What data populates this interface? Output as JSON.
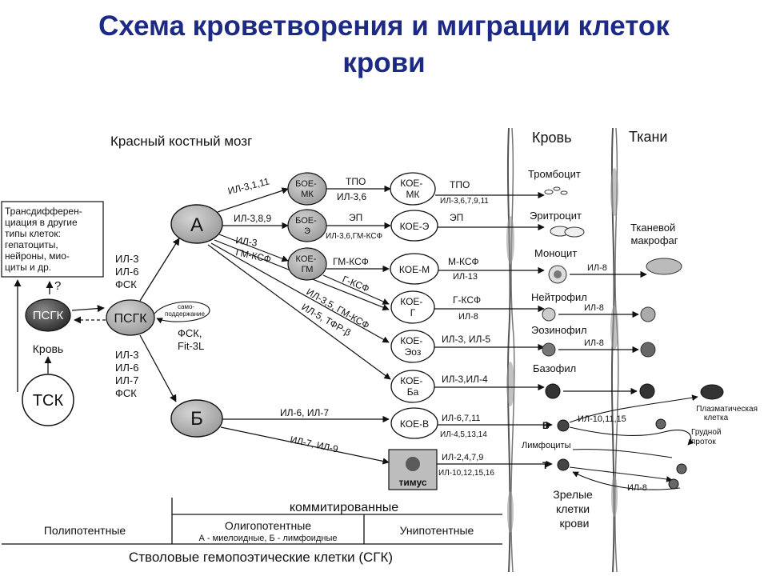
{
  "title": {
    "line1": "Схема кроветворения и миграции клеток",
    "line2": "крови"
  },
  "headers": {
    "bone_marrow": "Красный костный мозг",
    "blood": "Кровь",
    "tissues": "Ткани"
  },
  "left_box": [
    "Трансдифферен-",
    "циация в другие",
    "типы клеток:",
    "гепатоциты,",
    "нейроны, мио-",
    "циты и др."
  ],
  "question": "?",
  "nodes": {
    "psgk_left": "ПСГК",
    "blood_label": "Кровь",
    "tsk": "ТСК",
    "psgk": "ПСГК",
    "self_renew": [
      "само-",
      "поддержание"
    ],
    "a": "А",
    "b": "Б",
    "boe_mk": [
      "БОЕ-",
      "МК"
    ],
    "boe_e": [
      "БОЕ-",
      "Э"
    ],
    "koe_gm": [
      "КОЕ-",
      "ГМ"
    ],
    "koe_mk": [
      "КОЕ-",
      "МК"
    ],
    "koe_e": "КОЕ-Э",
    "koe_m": "КОЕ-М",
    "koe_g": [
      "КОЕ-",
      "Г"
    ],
    "koe_eoz": [
      "КОЕ-",
      "Эоз"
    ],
    "koe_ba": [
      "КОЕ-",
      "Ба"
    ],
    "koe_b": "КОЕ-В",
    "thymus": "тимус"
  },
  "labels": {
    "psgk_a": [
      "ИЛ-3",
      "ИЛ-6",
      "ФСК"
    ],
    "psgk_b": [
      "ИЛ-3",
      "ИЛ-6",
      "ИЛ-7",
      "ФСК"
    ],
    "fsk_fit": [
      "ФСК,",
      "Fit-3L"
    ],
    "a_boe_mk": "ИЛ-3,1,11",
    "a_boe_e": "ИЛ-3,8,9",
    "a_koe_gm_1": "ИЛ-3",
    "a_koe_gm_2": "ГМ-КСФ",
    "a_diag_1": "ИЛ-3,5, ГМ-КСФ",
    "a_diag_2": "ИЛ-5, ТФР-β",
    "tpo_1": "ТПО",
    "il_3_6": "ИЛ-3,6",
    "ep_1": "ЭП",
    "il_3_6_gmksf": "ИЛ-3,6,ГМ-КСФ",
    "gm_ksf_1": "ГМ-КСФ",
    "g_ksf_1": "Г-КСФ",
    "tpo_2": "ТПО",
    "il_3_6_7_9_11": "ИЛ-3,6,7,9,11",
    "ep_2": "ЭП",
    "m_ksf": "М-КСФ",
    "il_13": "ИЛ-13",
    "g_ksf_2": "Г-КСФ",
    "il_8_a": "ИЛ-8",
    "il_3_5": "ИЛ-3, ИЛ-5",
    "il_3_4": "ИЛ-3,ИЛ-4",
    "b_il_6_7": "ИЛ-6, ИЛ-7",
    "b_il_7_9": "ИЛ-7, ИЛ-9",
    "il_6_7_11": "ИЛ-6,7,11",
    "il_4_5_13_14": "ИЛ-4,5,13,14",
    "il_2_4_7_9": "ИЛ-2,4,7,9",
    "il_10_12_15_16": "ИЛ-10,12,15,16",
    "il_8_mono": "ИЛ-8",
    "il_8_neut": "ИЛ-8",
    "il_8_eos": "ИЛ-8",
    "il_10_11_15": "ИЛ-10,11,15",
    "il_8_low": "ИЛ-8"
  },
  "blood_cells": {
    "platelet": "Тромбоцит",
    "erythrocyte": "Эритроцит",
    "monocyte": "Моноцит",
    "neutrophil": "Нейтрофил",
    "eosinophil": "Эозинофил",
    "basophil": "Базофил",
    "b_cell": "В",
    "t_cell": "Т",
    "lymphocytes": "Лимфоциты",
    "mature": [
      "Зрелые",
      "клетки",
      "крови"
    ]
  },
  "tissue_cells": {
    "macrophage": [
      "Тканевой",
      "макрофаг"
    ],
    "plasma_cell": [
      "Плазматическая",
      "клетка"
    ],
    "thoracic_duct": [
      "Грудной",
      "проток"
    ]
  },
  "bottom": {
    "committed": "коммитированные",
    "polypotent": "Полипотентные",
    "oligopotent": "Олигопотентные",
    "oligo_sub": "А - миелоидные, Б - лимфоидные",
    "unipotent": "Унипотентные",
    "sgk": "Стволовые гемопоэтические клетки (СГК)"
  },
  "colors": {
    "title": "#1c2a86",
    "grey_node": "#a8a8a8",
    "dark_node": "#3a3a3a",
    "blood_band": "#bfbfbf"
  }
}
